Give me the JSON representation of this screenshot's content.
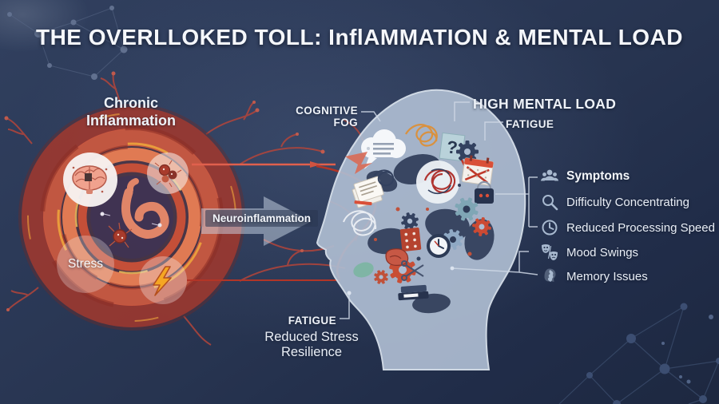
{
  "title": "THE OVERLLOKED TOLL: InflAMMATION & MENTAL LOAD",
  "inflammation": {
    "heading": "Chronic Inflammation",
    "stress_label": "Stress",
    "icons": [
      "brain-icon",
      "microbes-icon",
      "gut-icon",
      "lightning-icon"
    ]
  },
  "arrow": {
    "label": "Neuroinflammation"
  },
  "head": {
    "labels": {
      "cognitive_fog": "COGNITIVE FOG",
      "high_mental_load": "HIGH MENTAL LOAD",
      "fatigue_top": "FATIGUE",
      "fatigue_bottom": "FATIGUE",
      "stress_resilience": "Reduced Stress Resilience"
    },
    "note_glyph": "?",
    "collage_icons": [
      "speech-bubble-icon",
      "scribble-icon",
      "question-note-icon",
      "calendar-x-icon",
      "thought-knot-icon",
      "lock-bag-icon",
      "clock-icon",
      "gear-icon",
      "documents-icon",
      "books-icon",
      "scissors-icon",
      "gut-icon"
    ]
  },
  "symptoms": {
    "items": [
      {
        "label": "Symptoms",
        "icon": "people-icon"
      },
      {
        "label": "Difficulty Concentrating",
        "icon": "magnifier-icon"
      },
      {
        "label": "Reduced Processing Speed",
        "icon": "clock-icon"
      },
      {
        "label": "Mood Swings",
        "icon": "theater-masks-icon"
      },
      {
        "label": "Memory Issues",
        "icon": "memory-head-icon"
      }
    ]
  },
  "colors": {
    "background": "#273450",
    "accent_red": "#c0392b",
    "accent_orange": "#e07a53",
    "accent_yellow": "#f0a83c",
    "head_fill": "#aebdd2",
    "icon_steel": "#9fb2c9",
    "text": "#f2f5f9"
  }
}
